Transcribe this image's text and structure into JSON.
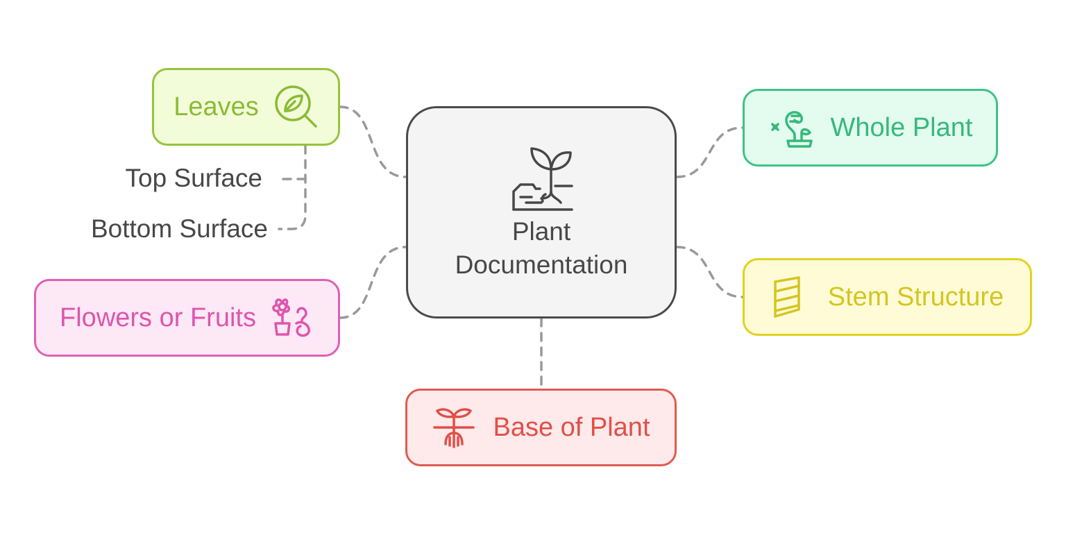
{
  "center": {
    "label": "Plant Documentation",
    "icon": "plant-soil-roots-icon"
  },
  "nodes": {
    "leaves": {
      "label": "Leaves",
      "icon": "leaf-magnifier-icon",
      "color": "#95c43a",
      "fill": "#f3fcd9"
    },
    "whole_plant": {
      "label": "Whole Plant",
      "icon": "potted-plant-sparkle-icon",
      "color": "#3cc386",
      "fill": "#e4fbef"
    },
    "flowers_fruits": {
      "label": "Flowers or Fruits",
      "icon": "flower-pot-icon",
      "color": "#e05fb4",
      "fill": "#fde8f6"
    },
    "stem_structure": {
      "label": "Stem Structure",
      "icon": "stem-layers-icon",
      "color": "#e1d21e",
      "fill": "#fefbd6"
    },
    "base_of_plant": {
      "label": "Base of Plant",
      "icon": "sprout-roots-icon",
      "color": "#e05a52",
      "fill": "#feeaea"
    }
  },
  "leaves_children": [
    "Top Surface",
    "Bottom Surface"
  ],
  "connector_color": "#999999"
}
